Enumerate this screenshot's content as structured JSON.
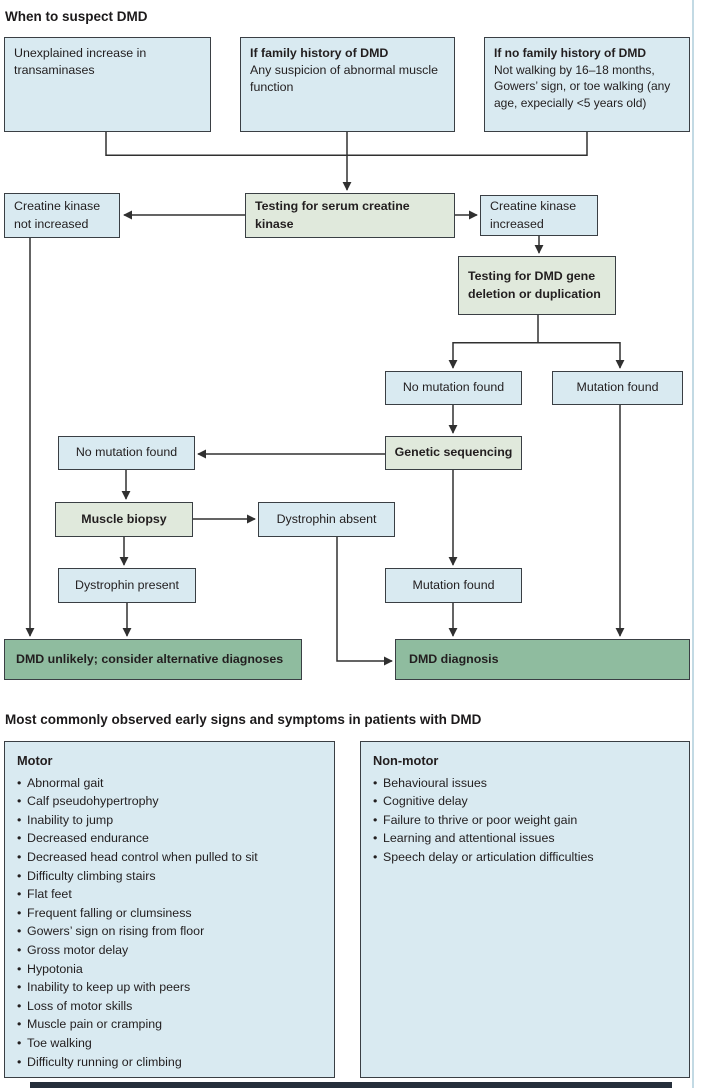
{
  "headings": {
    "suspect": "When to suspect DMD",
    "signs": "Most commonly observed early signs and symptoms in patients with DMD"
  },
  "colors": {
    "info_box_fill": "#d9eaf1",
    "action_box_fill": "#e0e9dc",
    "outcome_box_fill": "#8fbc9f",
    "box_border": "#3a3f44",
    "connector_line": "#303030",
    "bottom_bar": "#262f3b"
  },
  "flowchart": {
    "suspect_boxes": [
      {
        "body": "Unexplained increase in transaminases"
      },
      {
        "title": "If family history of DMD",
        "body": "Any suspicion of abnormal muscle function"
      },
      {
        "title": "If no family history of DMD",
        "body": "Not walking by 16–18 months, Gowers’ sign, or toe walking (any age, expecially <5 years old)"
      }
    ],
    "nodes": {
      "ck_not_increased": "Creatine kinase not increased",
      "testing_ck": "Testing for serum creatine kinase",
      "ck_increased": "Creatine kinase increased",
      "testing_gene": "Testing for DMD gene deletion or duplication",
      "no_mutation_right": "No mutation found",
      "mutation_found_right": "Mutation found",
      "genetic_sequencing": "Genetic sequencing",
      "no_mutation_left": "No mutation found",
      "muscle_biopsy": "Muscle biopsy",
      "dystrophin_absent": "Dystrophin absent",
      "dystrophin_present": "Dystrophin present",
      "mutation_found_lower": "Mutation found",
      "dmd_unlikely": "DMD unlikely; consider alternative diagnoses",
      "dmd_diagnosis": "DMD diagnosis"
    }
  },
  "symptoms": {
    "motor": {
      "title": "Motor",
      "items": [
        "Abnormal gait",
        "Calf pseudohypertrophy",
        "Inability to jump",
        "Decreased endurance",
        "Decreased head control when pulled to sit",
        "Difficulty climbing stairs",
        "Flat feet",
        "Frequent falling or clumsiness",
        "Gowers’ sign on rising from floor",
        "Gross motor delay",
        "Hypotonia",
        "Inability to keep up with peers",
        "Loss of motor skills",
        "Muscle pain or cramping",
        "Toe walking",
        "Difficulty running or climbing"
      ]
    },
    "non_motor": {
      "title": "Non-motor",
      "items": [
        "Behavioural issues",
        "Cognitive delay",
        "Failure to thrive or poor weight gain",
        "Learning and attentional issues",
        "Speech delay or articulation difficulties"
      ]
    }
  }
}
